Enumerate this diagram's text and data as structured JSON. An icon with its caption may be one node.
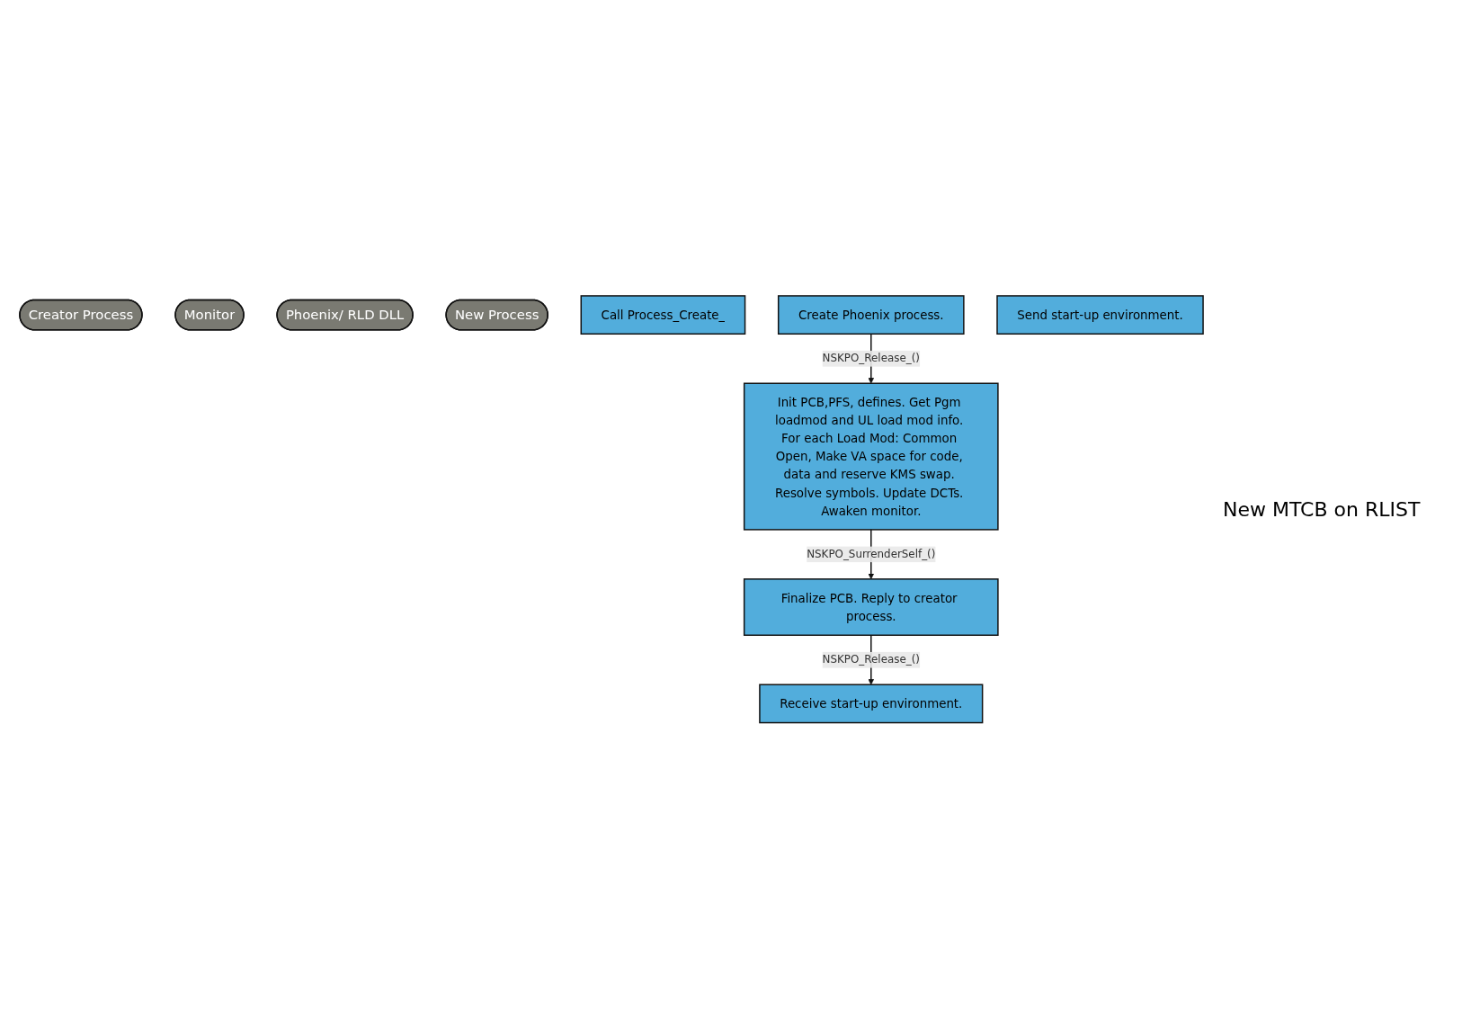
{
  "diagram": {
    "nodes": [
      {
        "text": [
          "Creator Process"
        ]
      },
      {
        "text": [
          "Monitor"
        ]
      },
      {
        "text": [
          "Phoenix/ RLD DLL"
        ]
      },
      {
        "text": [
          "New Process"
        ]
      },
      {
        "text": [
          "Call Process_Create_"
        ]
      },
      {
        "text": [
          "Create Phoenix process."
        ]
      },
      {
        "text": [
          "Init PCB,PFS, defines. Get Pgm loadmod and UL load mod info. For each Load Mod: Common Open, Make VA space for code, data and reserve KMS swap. Resolve symbols. Update DCTs. Awaken monitor."
        ]
      },
      {
        "text": [
          "Finalize PCB. Reply to creator process."
        ]
      },
      {
        "text": [
          "Send start-up environment."
        ]
      },
      {
        "text": [
          "Receive start-up environment."
        ]
      }
    ],
    "edges": [
      {
        "from": 5,
        "to": 6,
        "arrow": "to",
        "label": "NSKPO_Release_()"
      },
      {
        "from": 6,
        "to": 7,
        "arrow": "to",
        "label": "NSKPO_SurrenderSelf_()"
      },
      {
        "from": 7,
        "to": 9,
        "arrow": "to",
        "label": "NSKPO_Release_()"
      }
    ],
    "labels": [
      "New MTCB on RLIST"
    ]
  }
}
